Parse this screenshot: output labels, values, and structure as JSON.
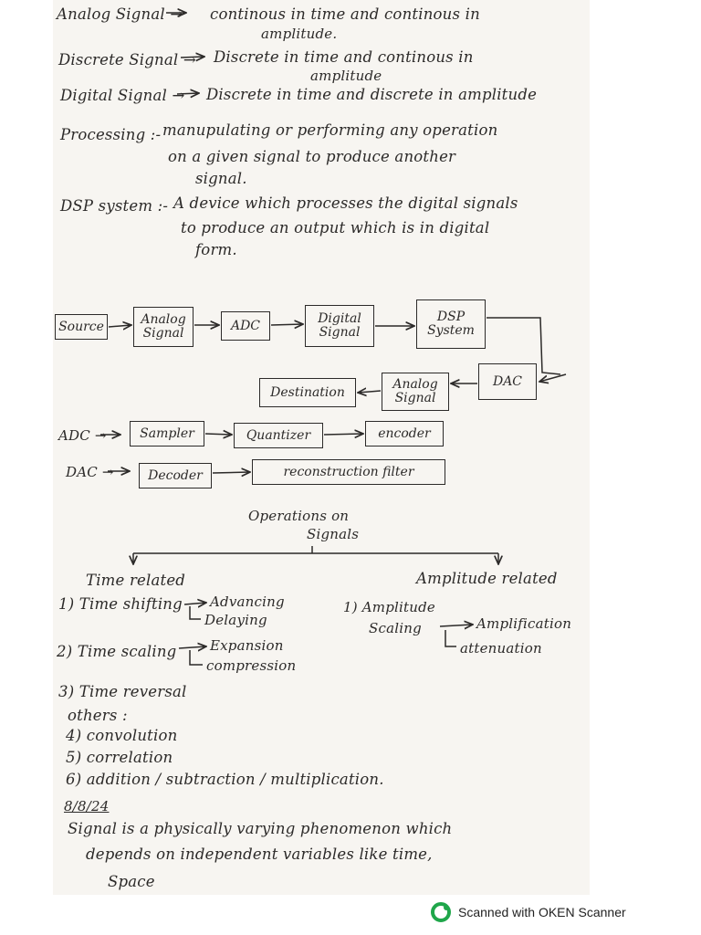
{
  "definitions": [
    {
      "term": "Analog Signal →",
      "text": "continous in time and continous in",
      "cont": "amplitude."
    },
    {
      "term": "Discrete Signal →",
      "text": "Discrete in time and continous in",
      "cont": "amplitude"
    },
    {
      "term": "Digital Signal →",
      "text": "Discrete in time and discrete in amplitude"
    },
    {
      "term": "Processing :-",
      "text": "manupulating or performing any operation",
      "cont": "on a given signal to produce another",
      "cont2": "signal."
    },
    {
      "term": "DSP system :-",
      "text": "A device which processes the digital signals",
      "cont": "to produce an output which is in digital",
      "cont2": "form."
    }
  ],
  "block_diagram": {
    "source": "Source",
    "analog_signal_in": "Analog\nSignal",
    "adc": "ADC",
    "digital_signal": "Digital\nSignal",
    "dsp_system": "DSP\nSystem",
    "dac": "DAC",
    "analog_signal_out": "Analog\nSignal",
    "destination": "Destination"
  },
  "adc_chain": {
    "label": "ADC →",
    "stages": [
      "Sampler",
      "Quantizer",
      "encoder"
    ]
  },
  "dac_chain": {
    "label": "DAC →",
    "stages": [
      "Decoder",
      "reconstruction filter"
    ]
  },
  "operations": {
    "title_line1": "Operations on",
    "title_line2": "Signals",
    "time_related": {
      "heading": "Time related",
      "item1": "1) Time shifting",
      "item1_a": "Advancing",
      "item1_b": "Delaying",
      "item2": "2) Time scaling",
      "item2_a": "Expansion",
      "item2_b": "compression",
      "item3": "3) Time reversal"
    },
    "amplitude_related": {
      "heading": "Amplitude related",
      "item1_line1": "1) Amplitude",
      "item1_line2": "Scaling",
      "item1_a": "Amplification",
      "item1_b": "attenuation"
    },
    "others_label": "others :",
    "others": [
      "4) convolution",
      "5) correlation",
      "6) addition / subtraction / multiplication."
    ]
  },
  "date": "8/8/24",
  "signal_definition": {
    "line1": "Signal is a physically varying phenomenon which",
    "line2": "depends on independent variables like time,",
    "line3": "Space"
  },
  "footer": {
    "text": "Scanned with OKEN Scanner",
    "brand_color": "#1fa64a"
  }
}
